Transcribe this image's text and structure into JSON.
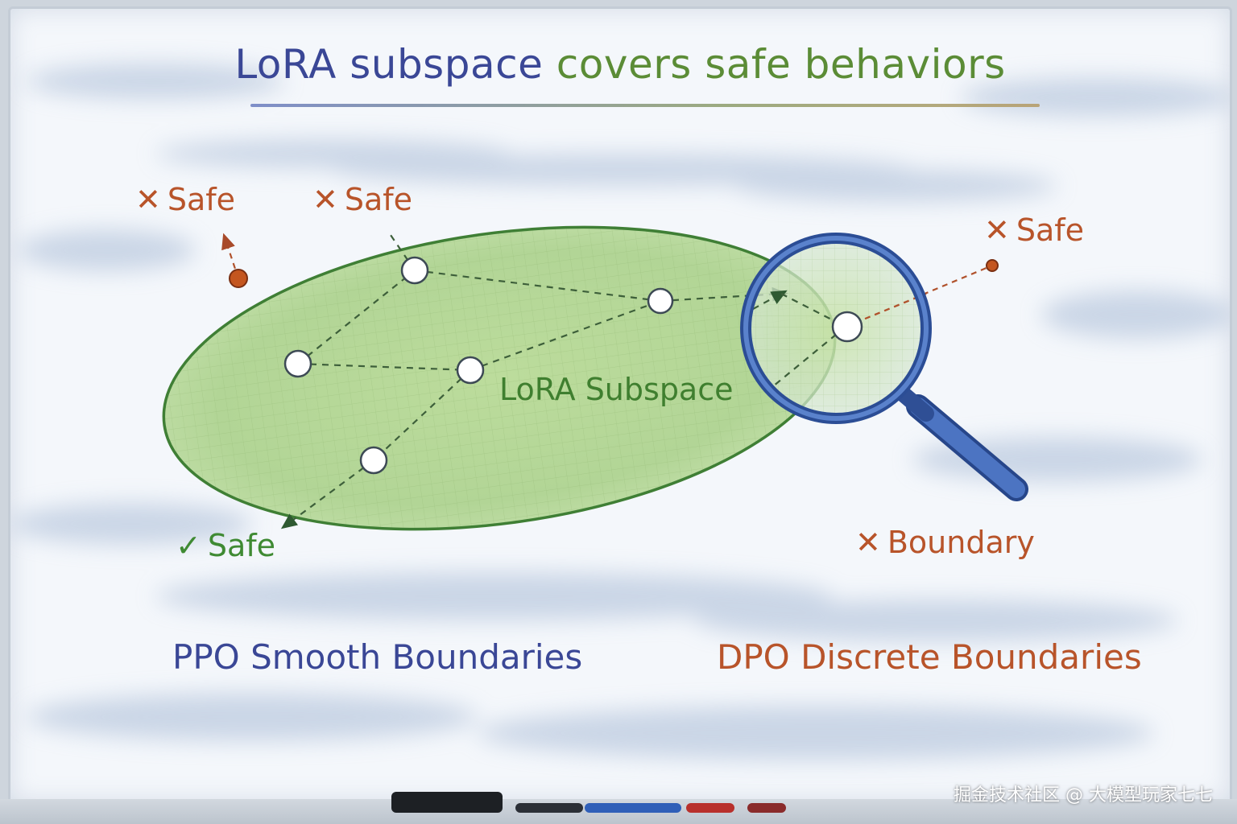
{
  "title": {
    "part1": "LoRA subspace",
    "part2": "covers safe behaviors"
  },
  "ellipse_label": "LoRA Subspace",
  "labels": {
    "safe_x_1": {
      "mark": "✕",
      "text": "Safe"
    },
    "safe_x_2": {
      "mark": "✕",
      "text": "Safe"
    },
    "safe_x_3": {
      "mark": "✕",
      "text": "Safe"
    },
    "safe_check": {
      "mark": "✓",
      "text": "Safe"
    },
    "boundary_x": {
      "mark": "✕",
      "text": "Boundary"
    }
  },
  "bottom": {
    "ppo": "PPO Smooth Boundaries",
    "dpo": "DPO Discrete Boundaries"
  },
  "watermark": "掘金技术社区 @ 大模型玩家七七",
  "colors": {
    "title_blue": "#3a4796",
    "title_green": "#5b8c36",
    "safe_red": "#b8542a",
    "safe_green": "#3f8a33",
    "ellipse_fill": "#b9d89a",
    "ellipse_stroke": "#3f7f35",
    "magnifier_blue": "#3f63ad"
  },
  "icons": {
    "cross": "x-mark-icon",
    "check": "check-mark-icon",
    "magnifier": "magnifying-glass-icon"
  }
}
